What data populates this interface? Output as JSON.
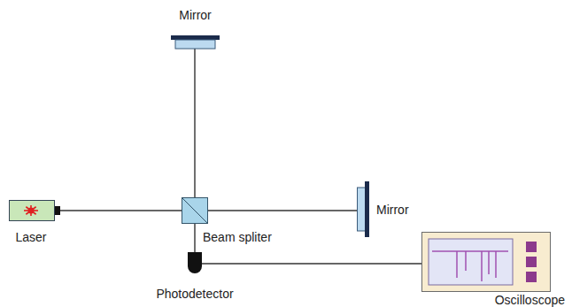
{
  "diagram": {
    "nodes": [
      {
        "text": [
          "Mirror"
        ]
      },
      {
        "text": [
          "Laser"
        ]
      },
      {
        "text": [
          "Beam spliter"
        ]
      },
      {
        "text": [
          "Mirror"
        ]
      },
      {
        "text": [
          "Oscilloscope"
        ]
      },
      {
        "text": [
          "Photodetector"
        ]
      }
    ],
    "edges": [
      {
        "from": 1,
        "to": 2,
        "arrow": "none"
      },
      {
        "from": 2,
        "to": 0,
        "arrow": "none"
      },
      {
        "from": 2,
        "to": 3,
        "arrow": "none"
      },
      {
        "from": 2,
        "to": 5,
        "arrow": "none"
      },
      {
        "from": 5,
        "to": 4,
        "arrow": "none"
      }
    ]
  }
}
